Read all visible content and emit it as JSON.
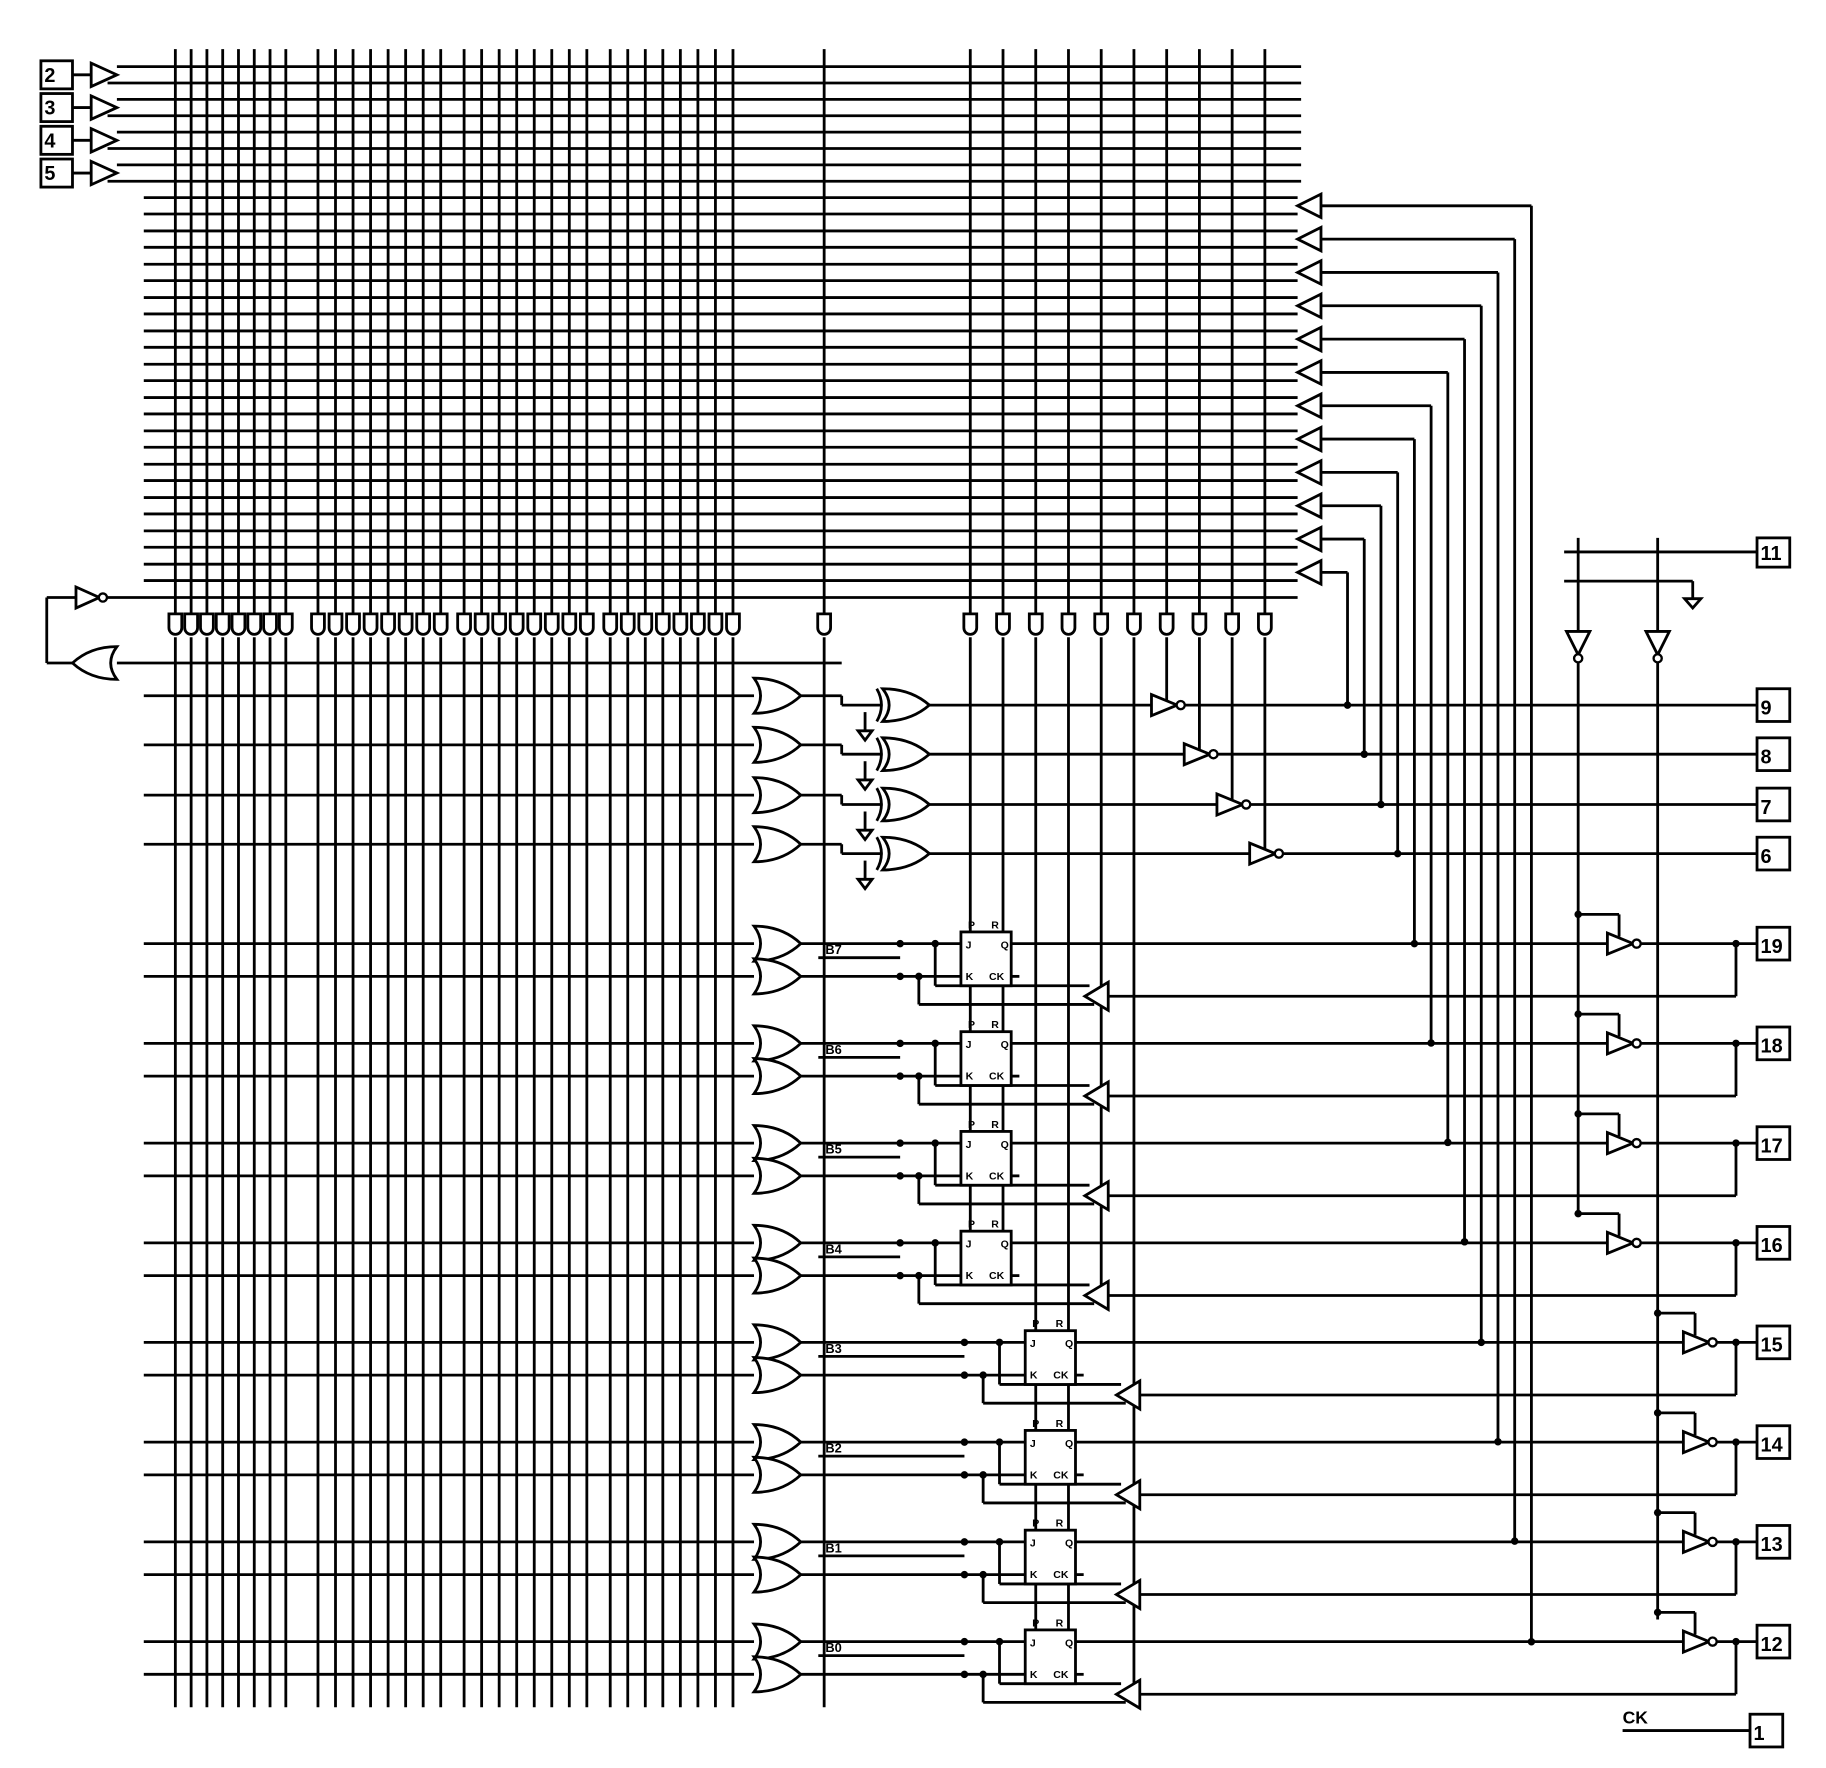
{
  "input_pins": [
    "2",
    "3",
    "4",
    "5"
  ],
  "combinational_output_pins": [
    "9",
    "8",
    "7",
    "6"
  ],
  "registered_output_pins": [
    "19",
    "18",
    "17",
    "16",
    "15",
    "14",
    "13",
    "12"
  ],
  "output_enable_pin": "11",
  "clock_pin": "1",
  "clock_label": "CK",
  "register_labels": [
    "B7",
    "B6",
    "B5",
    "B4",
    "B3",
    "B2",
    "B1",
    "B0"
  ],
  "flipflop_pins": {
    "p": "P",
    "r": "R",
    "j": "J",
    "k": "K",
    "q": "Q",
    "ck": "CK"
  }
}
